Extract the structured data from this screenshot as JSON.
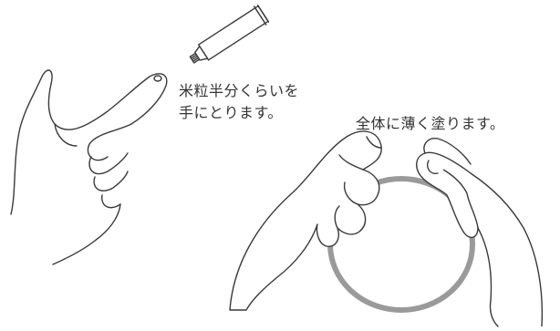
{
  "captions": {
    "step1_line1": "米粒半分くらいを",
    "step1_line2": "手にとります。",
    "step2": "全体に薄く塗ります。"
  },
  "colors": {
    "line": "#3a3a3a",
    "ring": "#9a9a9a",
    "text": "#333333",
    "background": "#ffffff"
  },
  "icons": {
    "tube": "ointment-tube-icon",
    "left_hand": "pointing-hand-icon",
    "ring": "ring-icon",
    "right_hands": "hands-holding-ring-icon"
  }
}
